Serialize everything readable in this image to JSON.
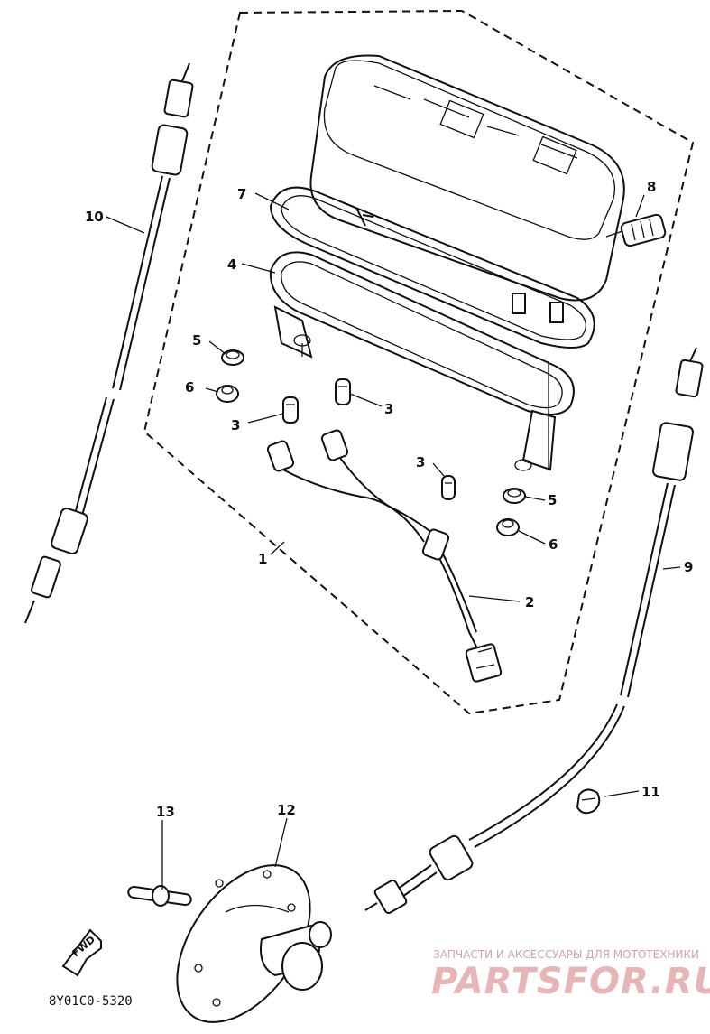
{
  "diagram_code": "8Y01C0-5320",
  "arrow_label": "FWD",
  "watermark": {
    "line1": "ЗАПЧАСТИ И АКСЕССУАРЫ ДЛЯ МОТОТЕХНИКИ",
    "line2": "PARTSFOR.RU"
  },
  "callouts": {
    "c1": "1",
    "c2": "2",
    "c3a": "3",
    "c3b": "3",
    "c3c": "3",
    "c4": "4",
    "c5a": "5",
    "c5b": "5",
    "c6a": "6",
    "c6b": "6",
    "c7": "7",
    "c8": "8",
    "c9": "9",
    "c10": "10",
    "c11": "11",
    "c12": "12",
    "c13": "13"
  }
}
